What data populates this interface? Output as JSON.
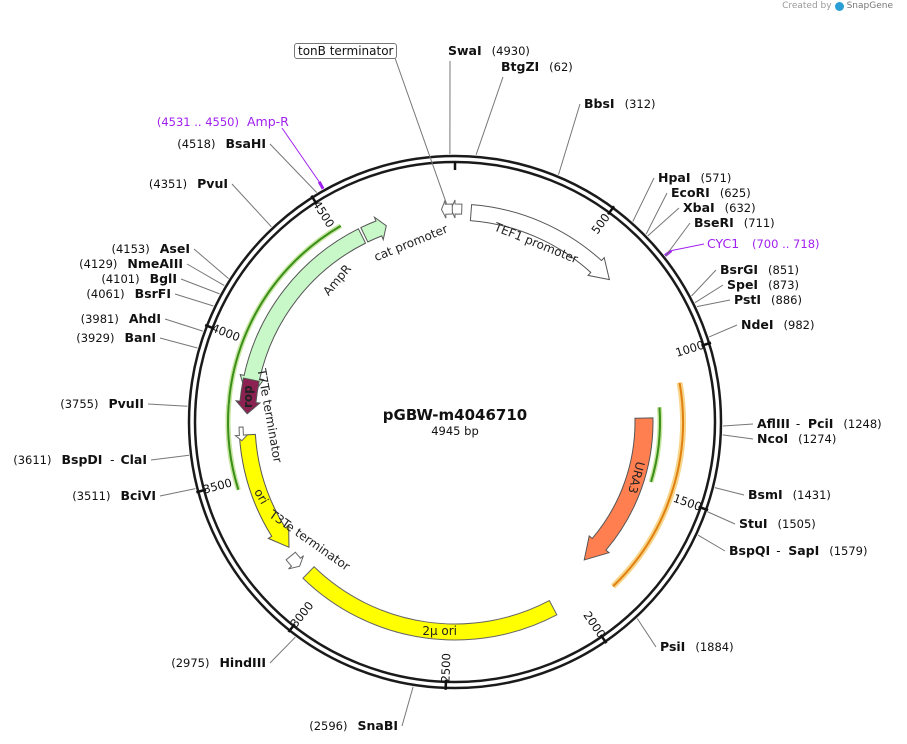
{
  "credit": {
    "prefix": "Created by",
    "brand": "SnapGene"
  },
  "plasmid": {
    "name": "pGBW-m4046710",
    "size": "4945 bp"
  },
  "ticks": [
    "500",
    "1000",
    "1500",
    "2000",
    "2500",
    "3000",
    "3500",
    "4000",
    "4500"
  ],
  "sites": [
    {
      "name": "SwaI",
      "pos": "(4930)"
    },
    {
      "name": "BtgZI",
      "pos": "(62)"
    },
    {
      "name": "BbsI",
      "pos": "(312)"
    },
    {
      "name": "HpaI",
      "pos": "(571)"
    },
    {
      "name": "EcoRI",
      "pos": "(625)"
    },
    {
      "name": "XbaI",
      "pos": "(632)"
    },
    {
      "name": "BseRI",
      "pos": "(711)"
    },
    {
      "name": "BsrGI",
      "pos": "(851)"
    },
    {
      "name": "SpeI",
      "pos": "(873)"
    },
    {
      "name": "PstI",
      "pos": "(886)"
    },
    {
      "name": "NdeI",
      "pos": "(982)"
    },
    {
      "name": "AflIII",
      "name2": "PciI",
      "sep": "-",
      "pos": "(1248)"
    },
    {
      "name": "NcoI",
      "pos": "(1274)"
    },
    {
      "name": "BsmI",
      "pos": "(1431)"
    },
    {
      "name": "StuI",
      "pos": "(1505)"
    },
    {
      "name": "BspQI",
      "name2": "SapI",
      "sep": "-",
      "pos": "(1579)"
    },
    {
      "name": "PsiI",
      "pos": "(1884)"
    },
    {
      "name": "SnaBI",
      "pos": "(2596)"
    },
    {
      "name": "HindIII",
      "pos": "(2975)"
    },
    {
      "name": "BciVI",
      "pos": "(3511)"
    },
    {
      "name": "BspDI",
      "name2": "ClaI",
      "sep": "-",
      "pos": "(3611)"
    },
    {
      "name": "PvuII",
      "pos": "(3755)"
    },
    {
      "name": "BanI",
      "pos": "(3929)"
    },
    {
      "name": "AhdI",
      "pos": "(3981)"
    },
    {
      "name": "BsrFI",
      "pos": "(4061)"
    },
    {
      "name": "BglI",
      "pos": "(4101)"
    },
    {
      "name": "NmeAIII",
      "pos": "(4129)"
    },
    {
      "name": "AseI",
      "pos": "(4153)"
    },
    {
      "name": "PvuI",
      "pos": "(4351)"
    },
    {
      "name": "BsaHI",
      "pos": "(4518)"
    }
  ],
  "primers": [
    {
      "name": "Amp-R",
      "range": "(4531 .. 4550)"
    },
    {
      "name": "CYC1",
      "range": "(700 .. 718)"
    }
  ],
  "features": [
    {
      "name": "tonB terminator"
    },
    {
      "name": "TEF1 promoter"
    },
    {
      "name": "cat promoter"
    },
    {
      "name": "AmpR"
    },
    {
      "name": "rop"
    },
    {
      "name": "T7Te terminator"
    },
    {
      "name": "ori"
    },
    {
      "name": "T3Te terminator"
    },
    {
      "name": "2μ ori"
    },
    {
      "name": "URA3"
    }
  ],
  "colors": {
    "ring": "#1a1a1a",
    "amp": "#c8f7c8",
    "rop": "#8b2252",
    "ori": "#ffff00",
    "ura3": "#ff7f50",
    "primer": "#a020f0",
    "orf_green": "#3a8f1a",
    "orf_orange": "#e08010"
  }
}
